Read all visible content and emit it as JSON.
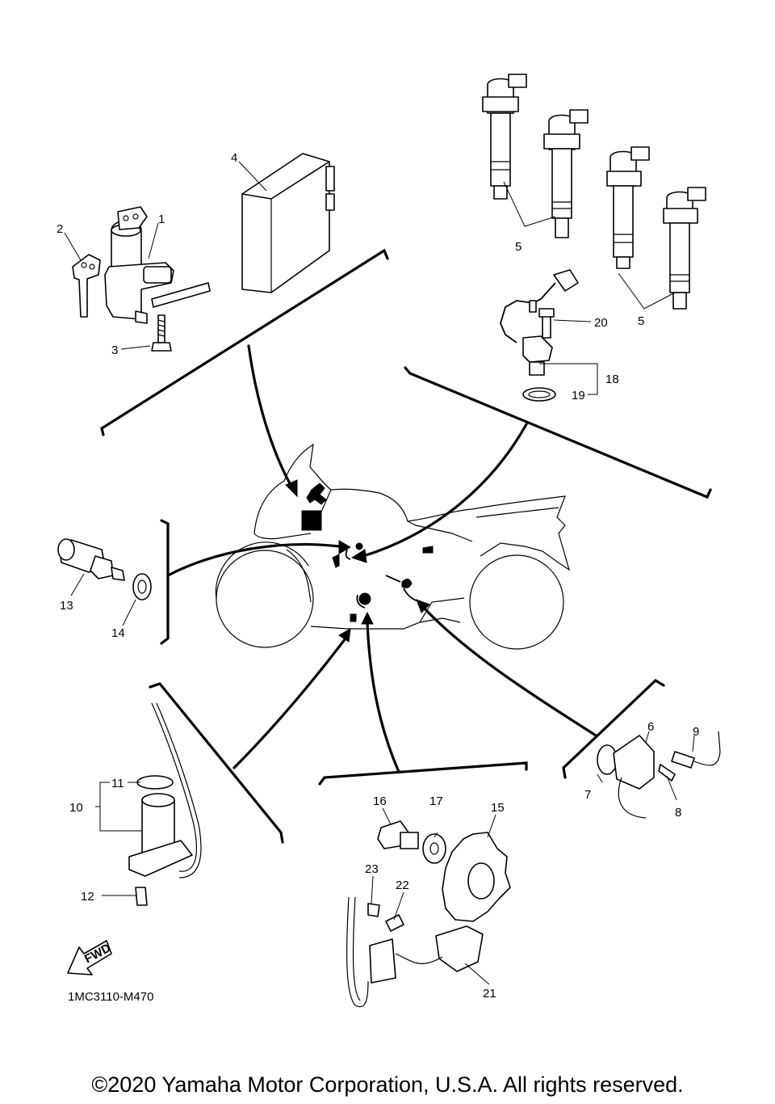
{
  "callouts": {
    "c1": "1",
    "c2": "2",
    "c3": "3",
    "c4": "4",
    "c5a": "5",
    "c5b": "5",
    "c6": "6",
    "c7": "7",
    "c8": "8",
    "c9": "9",
    "c10": "10",
    "c11": "11",
    "c12": "12",
    "c13": "13",
    "c14": "14",
    "c15": "15",
    "c16": "16",
    "c17": "17",
    "c18": "18",
    "c19": "19",
    "c20": "20",
    "c21": "21",
    "c22": "22",
    "c23": "23"
  },
  "fwd_label": "FWD",
  "diagram_code": "1MC3110-M470",
  "copyright": "©2020 Yamaha Motor Corporation, U.S.A. All rights reserved."
}
